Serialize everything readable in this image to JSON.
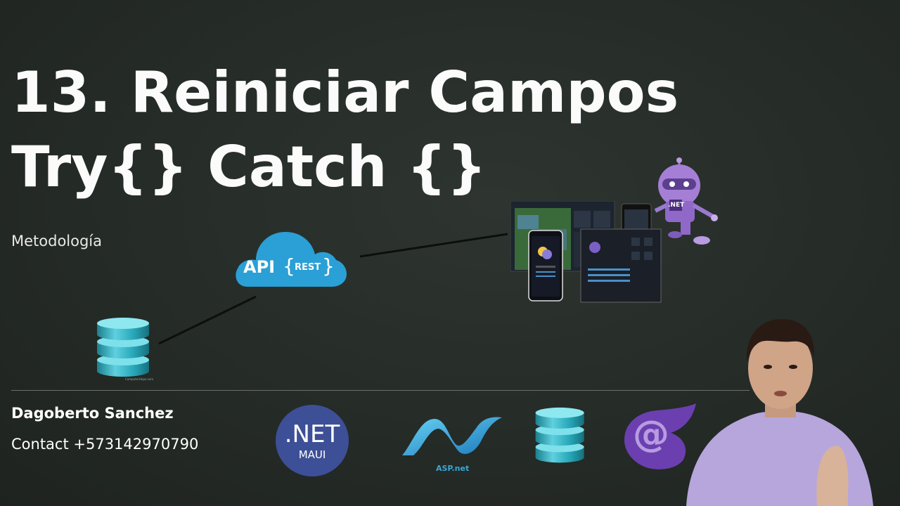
{
  "slide": {
    "title_line1": "13. Reiniciar Campos",
    "title_line2": "Try{} Catch {}",
    "subtitle": "Metodología"
  },
  "diagram": {
    "api_label": "API",
    "rest_label": "REST",
    "mascot_badge": ".NET",
    "db_small_caption": "ComputerHope.com"
  },
  "footer": {
    "author": "Dagoberto Sanchez",
    "contact": "Contact +573142970790",
    "logos": {
      "net_maui_top": ".NET",
      "net_maui_bottom": "MAUI",
      "aspnet": "ASP.net",
      "blazor_symbol": "@"
    }
  },
  "colors": {
    "background": "#252b27",
    "cloud": "#2aa0d6",
    "maui_circle": "#3d4f96",
    "blazor": "#6b3fb0",
    "db": "#27a7b9"
  }
}
